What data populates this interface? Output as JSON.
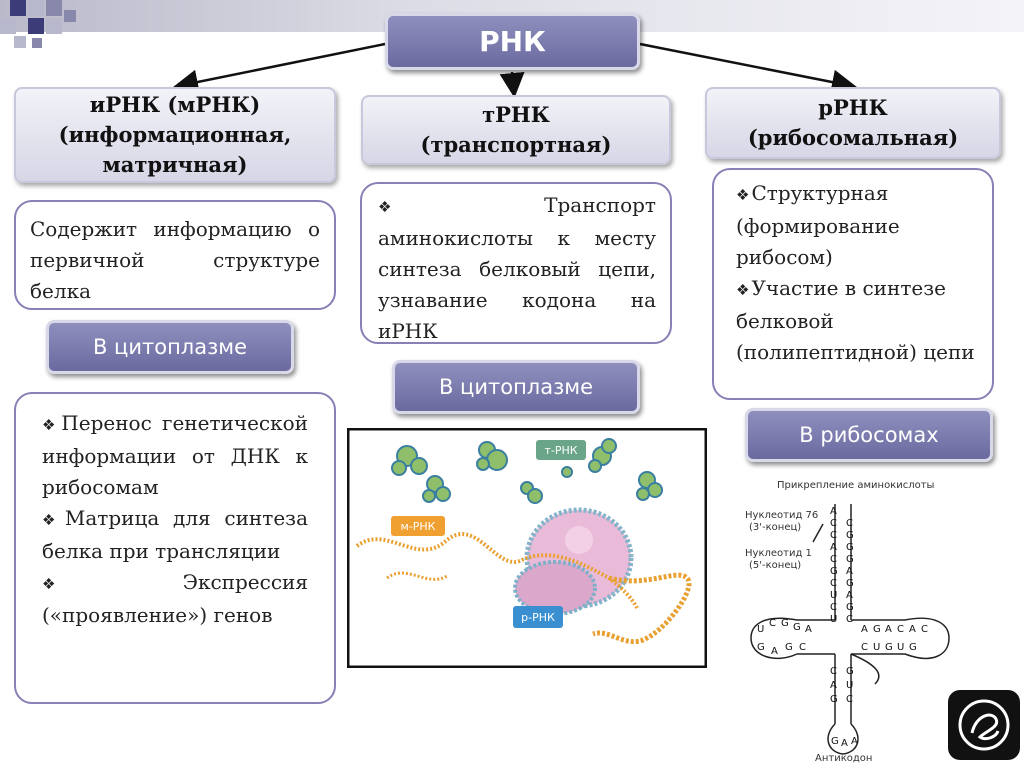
{
  "root": {
    "label": "РНК"
  },
  "mrna": {
    "header": [
      "иРНК (мРНК)",
      "(информационная,",
      "матричная)"
    ],
    "description": "Содержит информацию о первичной структуре белка",
    "location": "В цитоплазме",
    "functions": [
      "Перенос генетической информации от ДНК к рибосомам",
      "Матрица для синтеза белка при трансляции",
      "Экспрессия («проявление») генов"
    ]
  },
  "trna": {
    "header": [
      "тРНК",
      "(транспортная)"
    ],
    "function": "Транспорт аминокислоты к месту синтеза белковый цепи, узнавание кодона на иРНК",
    "location": "В цитоплазме"
  },
  "rrna": {
    "header": [
      "рРНК",
      "(рибосомальная)"
    ],
    "functions": [
      "Структурная (формирование рибосом)",
      "Участие в синтезе белковой (полипептидной) цепи"
    ],
    "location": "В рибосомах"
  },
  "illustration": {
    "label_trna": "т-РНК",
    "label_mrna": "м-РНК",
    "label_rrna": "р-РНК",
    "colors": {
      "trna": "#6aa58a",
      "mrna": "#f0a030",
      "rrna": "#3a8fd0",
      "ribosome": "#e8b8d8"
    }
  },
  "trna_structure": {
    "title": "Прикрепление аминокислоты",
    "nucleotide_76": "Нуклеотид 76",
    "end_3": "(3'-конец)",
    "nucleotide_1": "Нуклеотид 1",
    "end_5": "(5'-конец)",
    "anticodon": "Антикодон",
    "acceptor_left": "ACCACGCUCU",
    "acceptor_right": "CGGGAGAGCG",
    "d_loop": "UCGGAGAGC",
    "t_stem_top": "AGACAC",
    "t_stem_bottom": "CUGUG",
    "anticodon_bases": "GAA"
  }
}
